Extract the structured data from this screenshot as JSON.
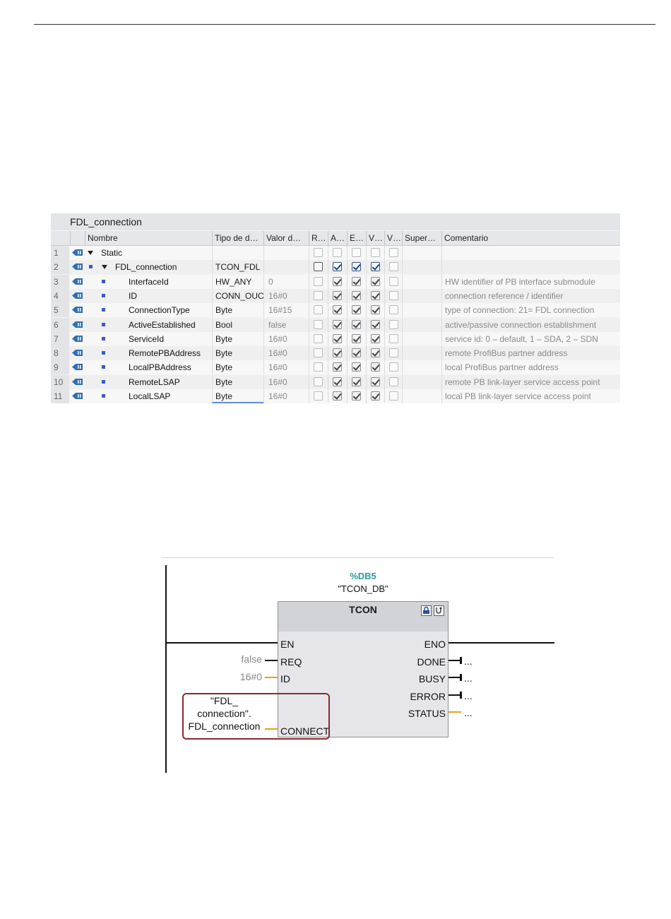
{
  "db_table": {
    "title": "FDL_connection",
    "headers": {
      "name": "Nombre",
      "type": "Tipo de d…",
      "value": "Valor d…",
      "r": "R…",
      "a": "A…",
      "e": "E…",
      "v1": "V…",
      "v2": "V…",
      "super": "Super…",
      "comment": "Comentario"
    },
    "rows": [
      {
        "num": "1",
        "name": "Static",
        "type": "",
        "value": "",
        "comment": "",
        "checks": [
          false,
          false,
          false,
          false,
          false
        ]
      },
      {
        "num": "2",
        "name": "FDL_connection",
        "type": "TCON_FDL",
        "value": "",
        "comment": "",
        "checks": [
          false,
          true,
          true,
          true,
          false
        ]
      },
      {
        "num": "3",
        "name": "InterfaceId",
        "type": "HW_ANY",
        "value": "0",
        "comment": "HW identifier of PB interface submodule",
        "checks": [
          false,
          true,
          true,
          true,
          false
        ]
      },
      {
        "num": "4",
        "name": "ID",
        "type": "CONN_OUC",
        "value": "16#0",
        "comment": "connection reference / identifier",
        "checks": [
          false,
          true,
          true,
          true,
          false
        ]
      },
      {
        "num": "5",
        "name": "ConnectionType",
        "type": "Byte",
        "value": "16#15",
        "comment": "type of connection: 21= FDL connection",
        "checks": [
          false,
          true,
          true,
          true,
          false
        ]
      },
      {
        "num": "6",
        "name": "ActiveEstablished",
        "type": "Bool",
        "value": "false",
        "comment": "active/passive connection establishment",
        "checks": [
          false,
          true,
          true,
          true,
          false
        ]
      },
      {
        "num": "7",
        "name": "ServiceId",
        "type": "Byte",
        "value": "16#0",
        "comment": "service id: 0 – default, 1 – SDA, 2 – SDN",
        "checks": [
          false,
          true,
          true,
          true,
          false
        ]
      },
      {
        "num": "8",
        "name": "RemotePBAddress",
        "type": "Byte",
        "value": "16#0",
        "comment": "remote ProfiBus partner address",
        "checks": [
          false,
          true,
          true,
          true,
          false
        ]
      },
      {
        "num": "9",
        "name": "LocalPBAddress",
        "type": "Byte",
        "value": "16#0",
        "comment": "local ProfiBus partner address",
        "checks": [
          false,
          true,
          true,
          true,
          false
        ]
      },
      {
        "num": "10",
        "name": "RemoteLSAP",
        "type": "Byte",
        "value": "16#0",
        "comment": "remote PB link-layer service access point",
        "checks": [
          false,
          true,
          true,
          true,
          false
        ]
      },
      {
        "num": "11",
        "name": "LocalLSAP",
        "type": "Byte",
        "value": "16#0",
        "comment": "local PB link-layer service access point",
        "checks": [
          false,
          true,
          true,
          true,
          false
        ]
      }
    ]
  },
  "ladder": {
    "db_number": "%DB5",
    "db_name": "\"TCON_DB\"",
    "block_title": "TCON",
    "inputs": {
      "en": "EN",
      "req": "REQ",
      "id": "ID",
      "connect": "CONNECT"
    },
    "outputs": {
      "eno": "ENO",
      "done": "DONE",
      "busy": "BUSY",
      "error": "ERROR",
      "status": "STATUS"
    },
    "req_value": "false",
    "id_value": "16#0",
    "connect_value": [
      "\"FDL_",
      "connection\".",
      "FDL_connection"
    ],
    "output_placeholder": "..."
  }
}
